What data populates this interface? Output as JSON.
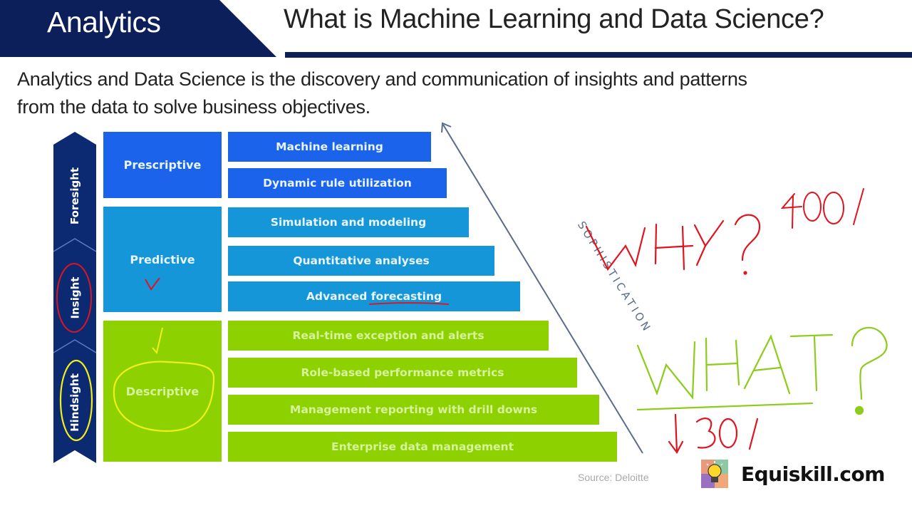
{
  "header": {
    "section_title": "Analytics",
    "slide_title": "What is Machine Learning and Data Science?",
    "banner_color": "#0c1f5a"
  },
  "intro": {
    "text": "Analytics and Data Science is the discovery and communication  of insights and patterns from the data to solve business objectives."
  },
  "diagram": {
    "chevron_labels": [
      "Foresight",
      "Insight",
      "Hindsight"
    ],
    "categories": [
      {
        "label": "Prescriptive",
        "color": "#1a63ea",
        "items": [
          "Machine learning",
          "Dynamic rule utilization"
        ]
      },
      {
        "label": "Predictive",
        "color": "#1496d8",
        "items": [
          "Simulation and modeling",
          "Quantitative analyses",
          "Advanced forecasting"
        ]
      },
      {
        "label": "Descriptive",
        "color": "#8ed100",
        "items": [
          "Real-time exception and alerts",
          "Role-based performance metrics",
          "Management reporting with drill downs",
          "Enterprise data management"
        ]
      }
    ],
    "axis_label": "SOPHISTICATION",
    "source": "Source: Deloitte"
  },
  "annotations": {
    "why_text": "WHY?",
    "why_note": "400%",
    "what_text": "WHAT?",
    "what_note": "↓30%",
    "red_color": "#e0141e",
    "green_color": "#8ccc1a",
    "yellow_color": "#f2ee1a"
  },
  "brand": {
    "name": "Equiskill.com"
  }
}
